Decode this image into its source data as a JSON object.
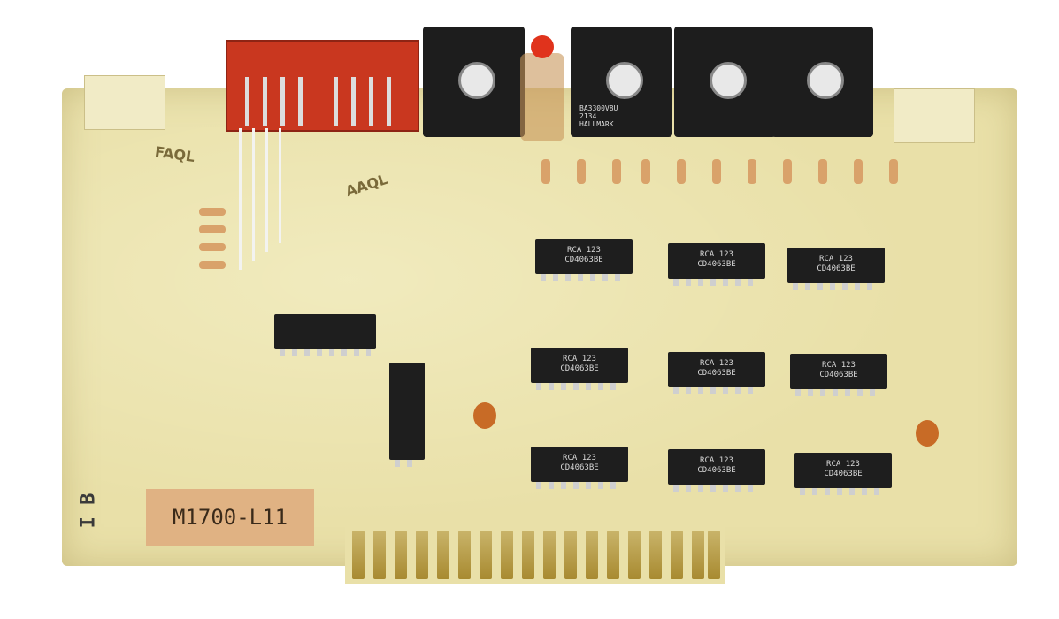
{
  "image": {
    "subject": "Printed circuit board",
    "board_label": "M1700-L11",
    "side_marking": "I B",
    "silkscreen": [
      "FAQL",
      "AAQL"
    ],
    "potentiometer_marking": [
      "BA3300V8U",
      "2134",
      "HALLMARK"
    ],
    "ic_markings": [
      {
        "part": "CD4063BE",
        "maker": "RCA 123"
      },
      {
        "part": "CD4063BE",
        "maker": "RCA 123"
      },
      {
        "part": "CD4063BE",
        "maker": "RCA 123"
      },
      {
        "part": "CD4063BE",
        "maker": "RCA 123"
      },
      {
        "part": "CD4063BE",
        "maker": "RCA 123"
      },
      {
        "part": "CD4063BE",
        "maker": "RCA 123"
      },
      {
        "part": "CD4063BE",
        "maker": "RCA 123"
      },
      {
        "part": "CD4063BE",
        "maker": "RCA 123"
      },
      {
        "part": "CD4063BE",
        "maker": "RCA 123"
      }
    ],
    "colors": {
      "board": "#e9e0a8",
      "connector": "#c9371f",
      "ic": "#1e1e1e",
      "gold": "#b8983f"
    }
  }
}
